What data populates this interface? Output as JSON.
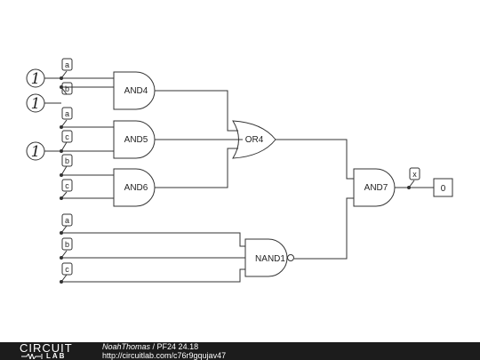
{
  "gates": {
    "and4": "AND4",
    "and5": "AND5",
    "and6": "AND6",
    "or4": "OR4",
    "and7": "AND7",
    "nand1": "NAND1"
  },
  "inputs": {
    "top_a": "a",
    "top_b": "b",
    "mid_a": "a",
    "mid_c": "c",
    "mid_b": "b",
    "mid_c2": "c",
    "low_a": "a",
    "low_b": "b",
    "low_c": "c"
  },
  "constants": [
    "1",
    "1",
    "1"
  ],
  "output": {
    "label": "x",
    "value": "0"
  },
  "footer": {
    "brand_top": "CIRCUIT",
    "brand_bottom": "LAB",
    "author": "NoahThomas",
    "separator": " / ",
    "title": "PF24 24.18",
    "url": "http://circuitlab.com/c76r9gqujav47"
  }
}
